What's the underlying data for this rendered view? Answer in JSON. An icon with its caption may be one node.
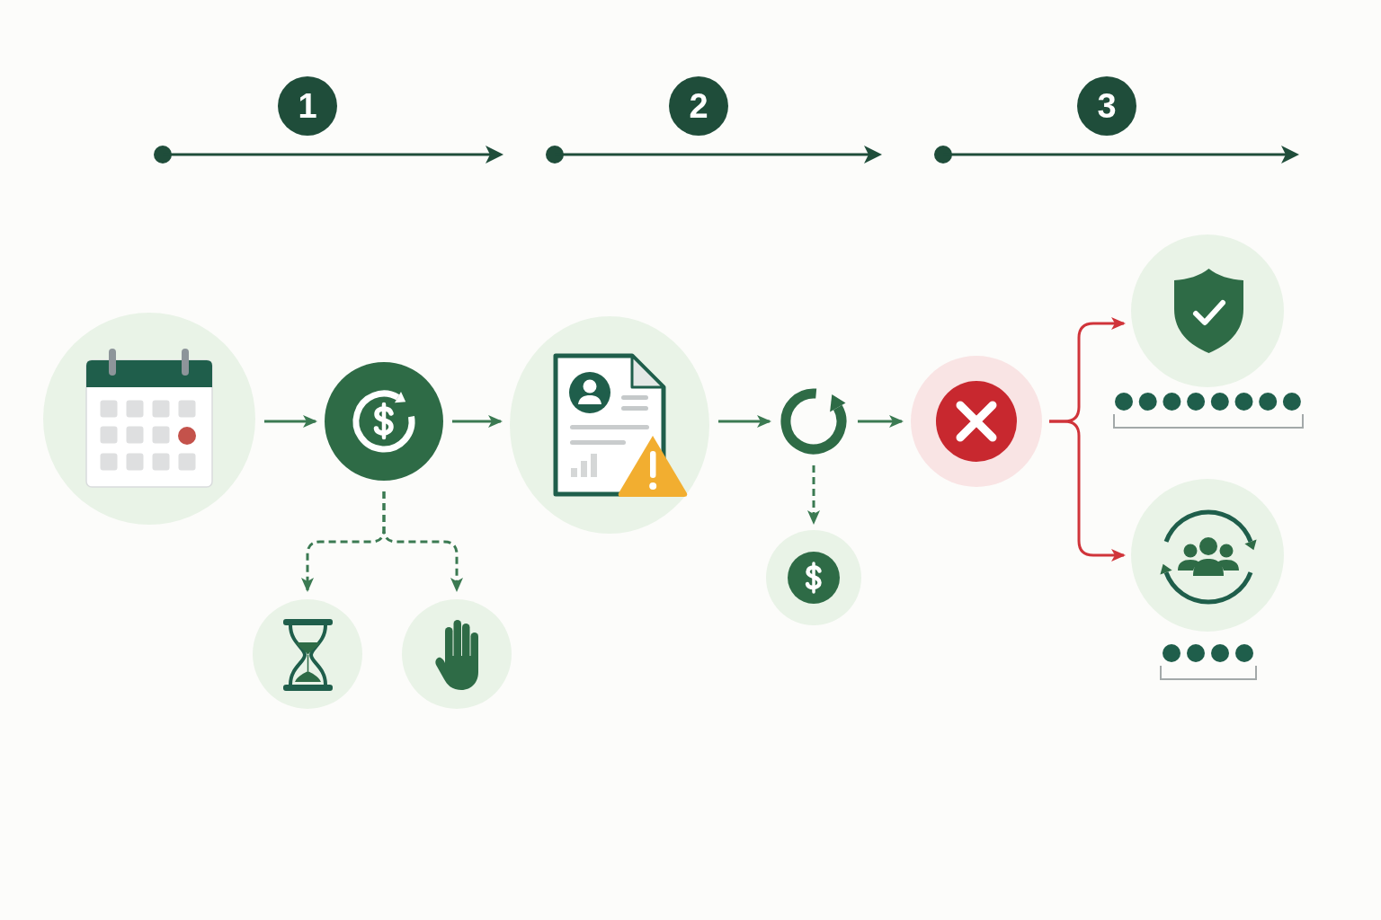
{
  "diagram": {
    "nodes": [
      {
        "text": [
          "1"
        ]
      },
      {
        "text": [
          "2"
        ]
      },
      {
        "text": [
          "3"
        ]
      },
      {
        "text": [],
        "shape": "circle"
      },
      {
        "text": [],
        "shape": "circle"
      },
      {
        "text": [],
        "shape": "circle"
      },
      {
        "text": [],
        "shape": "circle"
      },
      {
        "text": [],
        "shape": "circle"
      },
      {
        "text": [],
        "shape": "picture"
      },
      {
        "text": [],
        "shape": "circle"
      },
      {
        "text": [],
        "shape": "circle"
      },
      {
        "text": [],
        "shape": "circle"
      },
      {
        "text": [],
        "shape": "circle"
      }
    ],
    "edges": [
      {
        "from": 3,
        "to": 4,
        "arrow": "to"
      },
      {
        "from": 4,
        "to": 5,
        "arrow": "to",
        "style": "dashed"
      },
      {
        "from": 4,
        "to": 6,
        "arrow": "to",
        "style": "dashed"
      },
      {
        "from": 4,
        "to": 7,
        "arrow": "to"
      },
      {
        "from": 7,
        "to": 8,
        "arrow": "to"
      },
      {
        "from": 8,
        "to": 9,
        "arrow": "to",
        "style": "dashed"
      },
      {
        "from": 8,
        "to": 10,
        "arrow": "to"
      },
      {
        "from": 10,
        "to": 11,
        "arrow": "to",
        "color": "#d0343a"
      },
      {
        "from": 10,
        "to": 12,
        "arrow": "to",
        "color": "#d0343a"
      }
    ]
  }
}
